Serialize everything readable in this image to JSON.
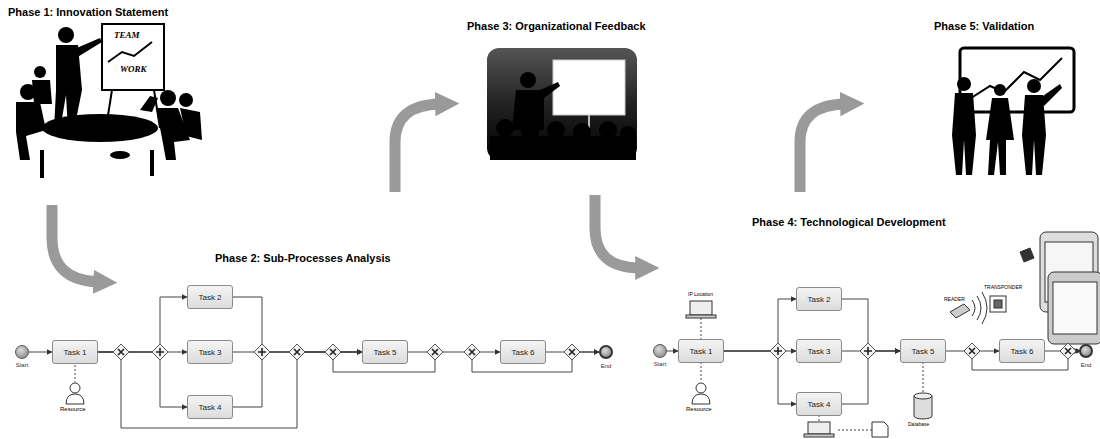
{
  "diagram": {
    "nodes": [
      {
        "text": [
          "Start"
        ]
      },
      {
        "text": [
          "Task 1"
        ]
      },
      {
        "text": [
          "Task 2"
        ]
      },
      {
        "text": [
          "Task 3"
        ]
      },
      {
        "text": [
          "Task 4"
        ]
      },
      {
        "text": [
          "Task 5"
        ]
      },
      {
        "text": [
          "Task 6"
        ]
      },
      {
        "text": [
          "End"
        ]
      },
      {
        "text": [
          "Start"
        ]
      },
      {
        "text": [
          "Task 1"
        ]
      },
      {
        "text": [
          "Task 2"
        ]
      },
      {
        "text": [
          "Task 3"
        ]
      },
      {
        "text": [
          "Task 4"
        ]
      },
      {
        "text": [
          "Task 5"
        ]
      },
      {
        "text": [
          "Task 6"
        ]
      },
      {
        "text": [
          "End"
        ]
      }
    ],
    "edges": [
      {
        "from": 0,
        "to": 1,
        "arrow": "to"
      },
      {
        "from": 1,
        "to": 2,
        "arrow": "to"
      },
      {
        "from": 1,
        "to": 3,
        "arrow": "to"
      },
      {
        "from": 1,
        "to": 4,
        "arrow": "to"
      },
      {
        "from": 1,
        "to": 5,
        "arrow": "to"
      },
      {
        "from": 2,
        "to": 5,
        "arrow": "to"
      },
      {
        "from": 3,
        "to": 5,
        "arrow": "to"
      },
      {
        "from": 4,
        "to": 5,
        "arrow": "to"
      },
      {
        "from": 5,
        "to": 6,
        "arrow": "to"
      },
      {
        "from": 6,
        "to": 7,
        "arrow": "to"
      },
      {
        "from": 8,
        "to": 9,
        "arrow": "to"
      },
      {
        "from": 9,
        "to": 10,
        "arrow": "to"
      },
      {
        "from": 9,
        "to": 11,
        "arrow": "to"
      },
      {
        "from": 9,
        "to": 12,
        "arrow": "to"
      },
      {
        "from": 10,
        "to": 13,
        "arrow": "to"
      },
      {
        "from": 11,
        "to": 13,
        "arrow": "to"
      },
      {
        "from": 12,
        "to": 13,
        "arrow": "to"
      },
      {
        "from": 13,
        "to": 14,
        "arrow": "to"
      },
      {
        "from": 14,
        "to": 15,
        "arrow": "to"
      }
    ],
    "labels": [
      "Phase 1: Innovation Statement",
      "TEAM",
      "WORK",
      "Phase 3: Organizational Feedback",
      "Phase 5: Validation",
      "Phase 2: Sub-Processes Analysis",
      "Resource",
      "Phase 4: Technological Development",
      "IP Location",
      "Resource",
      "Database",
      "READER",
      "TRANSPONDER"
    ]
  }
}
